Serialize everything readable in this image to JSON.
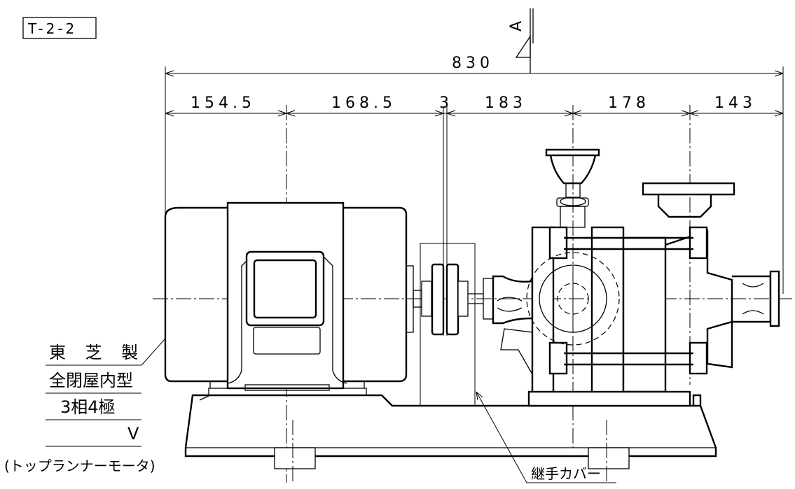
{
  "drawing_id": "T-2-2",
  "section_mark": "A",
  "dimensions": {
    "overall": "830",
    "segments": [
      "154.5",
      "168.5",
      "3",
      "183",
      "178",
      "143"
    ]
  },
  "motor_notes": {
    "maker": "東 芝 製",
    "enclosure": "全閉屋内型",
    "phase_pole": "3相4極",
    "voltage": "V",
    "model": "(トップランナーモータ)"
  },
  "coupling_label": "継手カバー"
}
